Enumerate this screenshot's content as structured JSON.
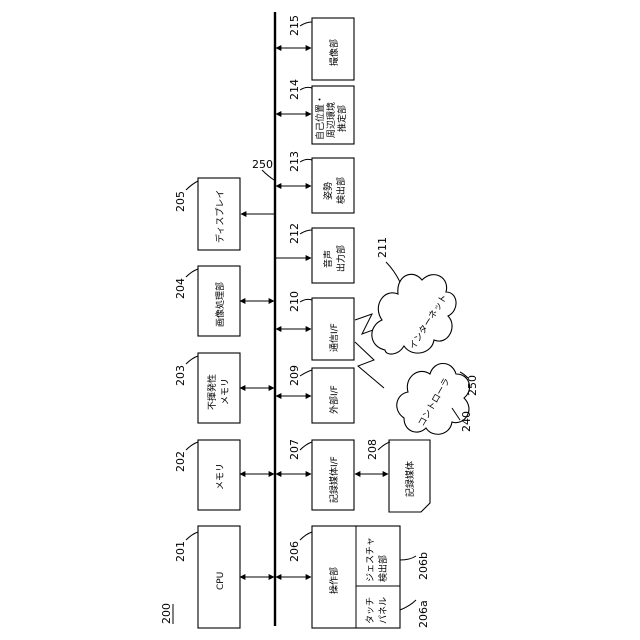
{
  "figure": {
    "system_ref": "200",
    "bus_ref": "250",
    "top_row": [
      {
        "ref": "201",
        "name": "CPU"
      },
      {
        "ref": "202",
        "name": "メモリ"
      },
      {
        "ref": "203",
        "name_lines": [
          "不揮発性",
          "メモリ"
        ]
      },
      {
        "ref": "204",
        "name": "画像処理部"
      },
      {
        "ref": "205",
        "name": "ディスプレイ"
      }
    ],
    "bottom_row": [
      {
        "ref": "206",
        "name": "操作部",
        "sub_units": [
          {
            "ref": "206a",
            "name_lines": [
              "タッチ",
              "パネル"
            ]
          },
          {
            "ref": "206b",
            "name_lines": [
              "ジェスチャ",
              "検出部"
            ]
          }
        ]
      },
      {
        "ref": "207",
        "name": "記録媒体I/F"
      },
      {
        "ref": "209",
        "name": "外部I/F"
      },
      {
        "ref": "210",
        "name": "通信I/F"
      },
      {
        "ref": "212",
        "name_lines": [
          "音声",
          "出力部"
        ]
      },
      {
        "ref": "213",
        "name_lines": [
          "姿勢",
          "検出部"
        ]
      },
      {
        "ref": "214",
        "name_lines": [
          "自己位置・",
          "周辺環境",
          "推定部"
        ]
      },
      {
        "ref": "215",
        "name": "撮像部"
      }
    ],
    "recording_medium": {
      "ref": "208",
      "name": "記録媒体"
    },
    "internet_cloud": {
      "ref": "211",
      "name": "インターネット"
    },
    "controller_cloud": {
      "ref": "240",
      "name": "コントローラ",
      "ref2": "250"
    }
  }
}
